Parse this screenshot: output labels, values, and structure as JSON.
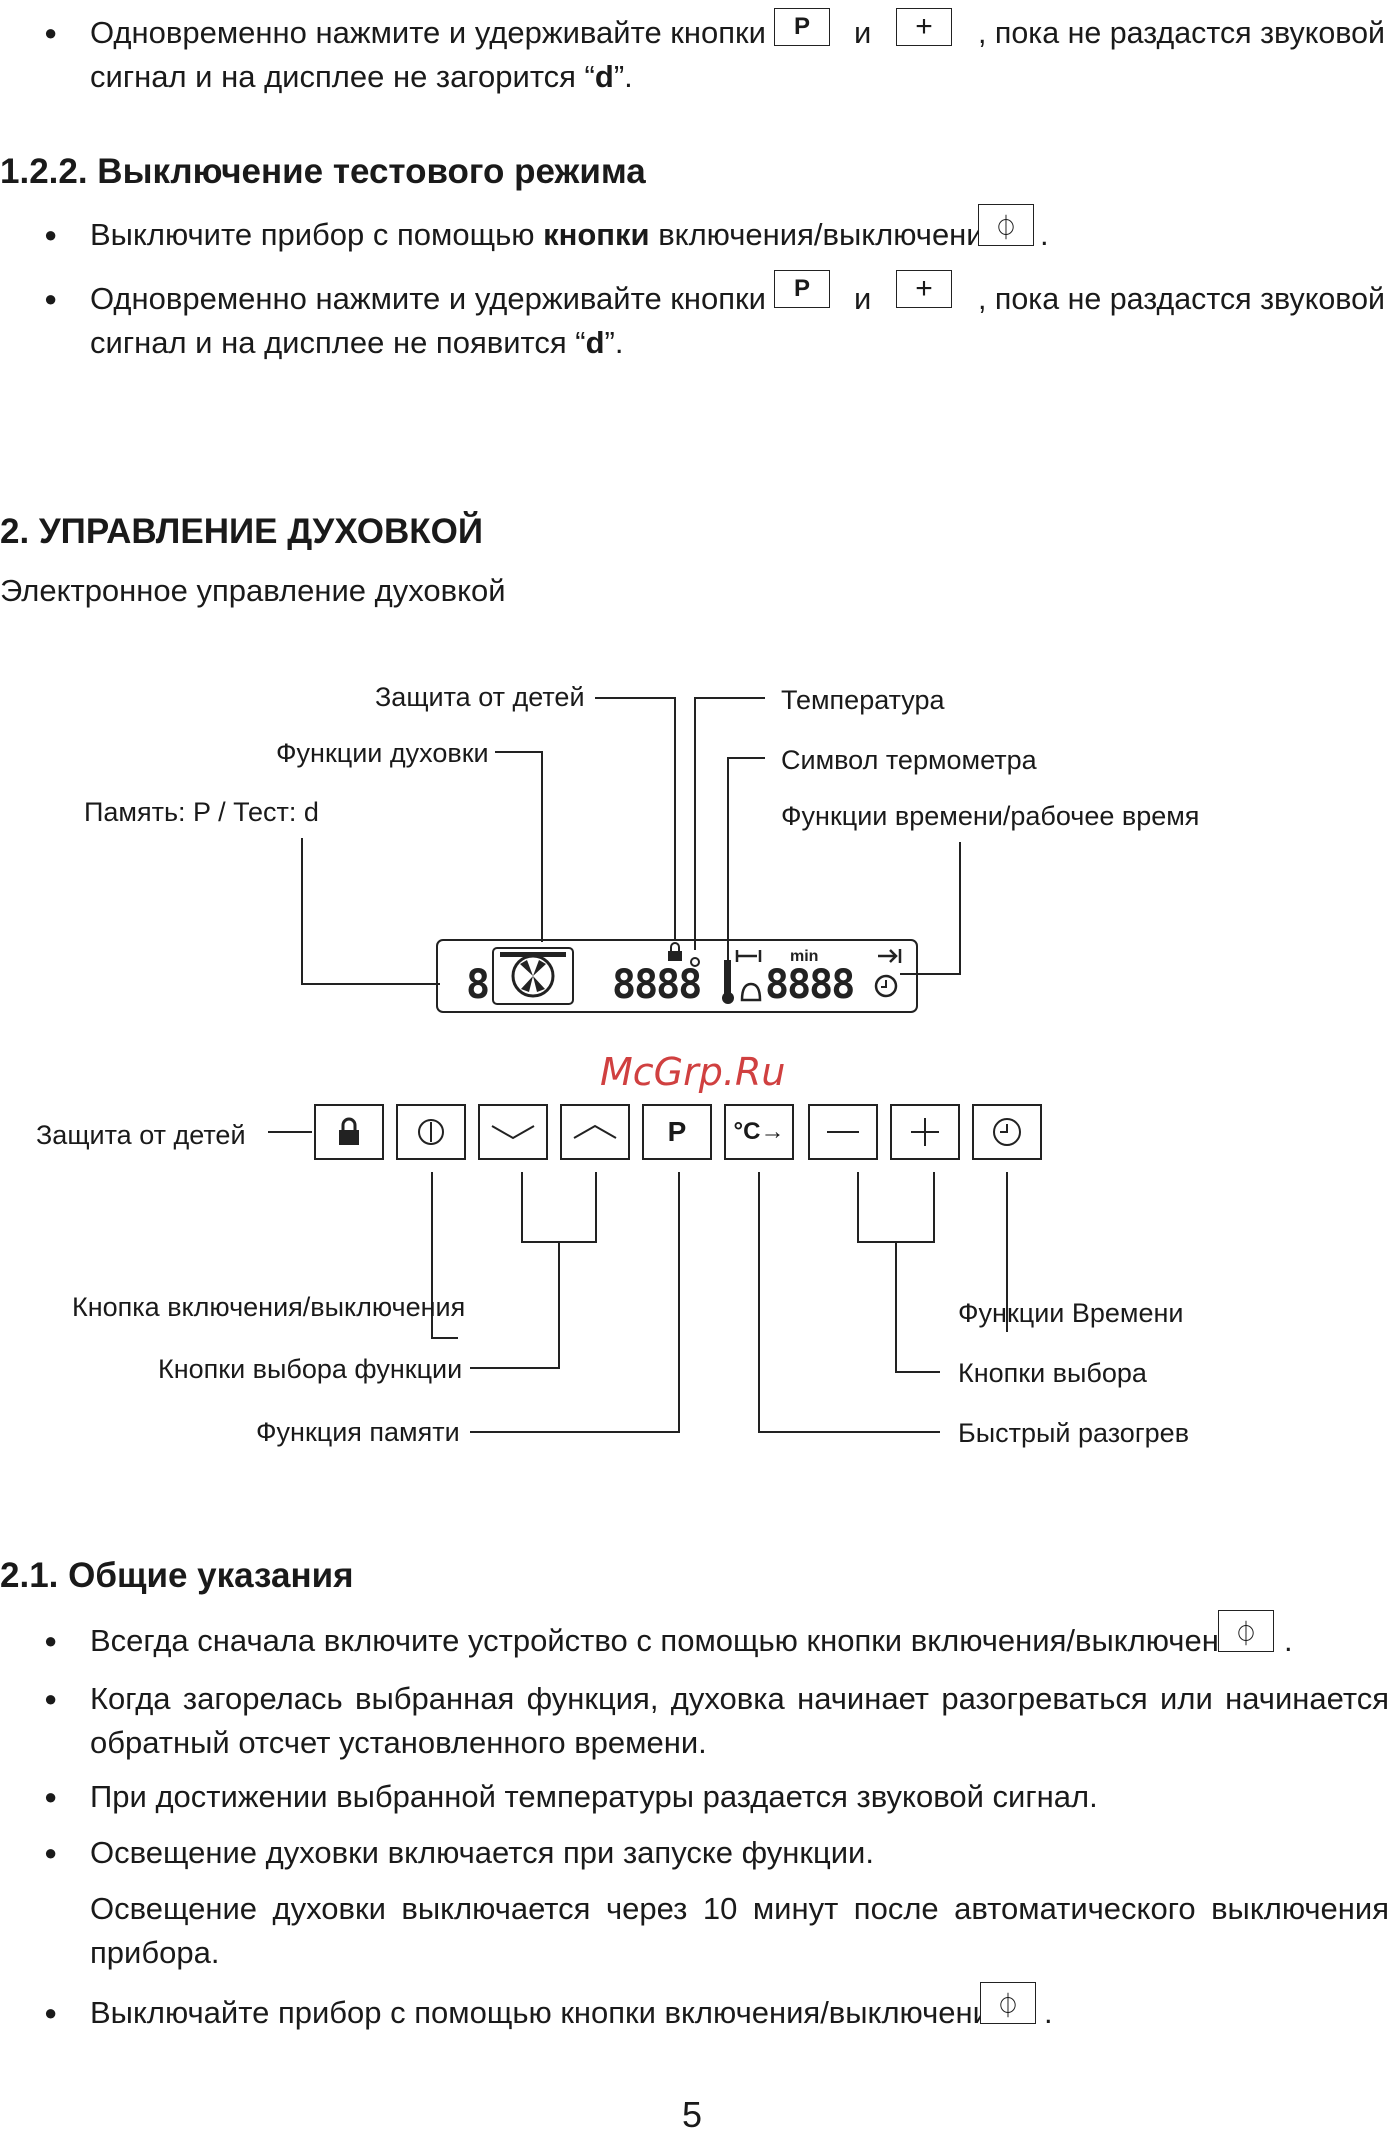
{
  "top": {
    "line1a": "Одновременно нажмите и удерживайте кнопки",
    "and": "и",
    "line1b": ", пока не раздастся звуковой",
    "line2": "сигнал и на дисплее не загорится “",
    "d": "d",
    "quote_end": "”."
  },
  "s122": {
    "heading": "1.2.2. Выключение тестового режима",
    "b1a": "Выключите прибор с помощью ",
    "b1bold": "кнопки",
    "b1b": " включения/выключения",
    "b1end": ".",
    "b2a": "Одновременно нажмите и удерживайте кнопки",
    "and": "и",
    "b2b": ", пока не раздастся звуковой",
    "b2line2": "сигнал и на дисплее не появится “",
    "d": "d",
    "quote_end": "”."
  },
  "s2": {
    "heading": "2. УПРАВЛЕНИЕ ДУХОВКОЙ",
    "subtitle": "Электронное управление духовкой"
  },
  "display_diagram": {
    "labels": {
      "child_lock": "Защита от детей",
      "oven_functions": "Функции духовки",
      "memory_test": "Память: P / Тест: d",
      "temperature": "Температура",
      "thermometer": "Символ термометра",
      "time_functions": "Функции времени/рабочее время"
    },
    "lcd": {
      "left_digit": "8",
      "temp_digits": "8888",
      "time_digits": "8888",
      "min": "min"
    }
  },
  "controls_diagram": {
    "keys": {
      "p": "P",
      "fast": "°C→"
    },
    "labels": {
      "child_lock": "Защита от детей",
      "power": "Кнопка включения/выключения",
      "select_function": "Кнопки выбора функции",
      "memory": "Функция памяти",
      "time": "Функции Времени",
      "select": "Кнопки выбора",
      "fast_heat": "Быстрый разогрев"
    }
  },
  "watermark": "McGrp.Ru",
  "s21": {
    "heading": "2.1. Общие указания",
    "b1": "Всегда сначала включите устройство с помощью кнопки включения/выключения",
    "b1end": ".",
    "b2line1": "Когда загорелась выбранная функция, духовка начинает разогреваться или начинается",
    "b2line2": "обратный отсчет установленного времени.",
    "b3": "При достижении выбранной температуры раздается звуковой сигнал.",
    "b4": "Освещение духовки включается при запуске функции.",
    "b4pline1": "Освещение духовки выключается через 10 минут после автоматического выключения",
    "b4pline2": "прибора.",
    "b5": "Выключайте прибор с помощью кнопки включения/выключения",
    "b5end": "."
  },
  "page_number": "5"
}
